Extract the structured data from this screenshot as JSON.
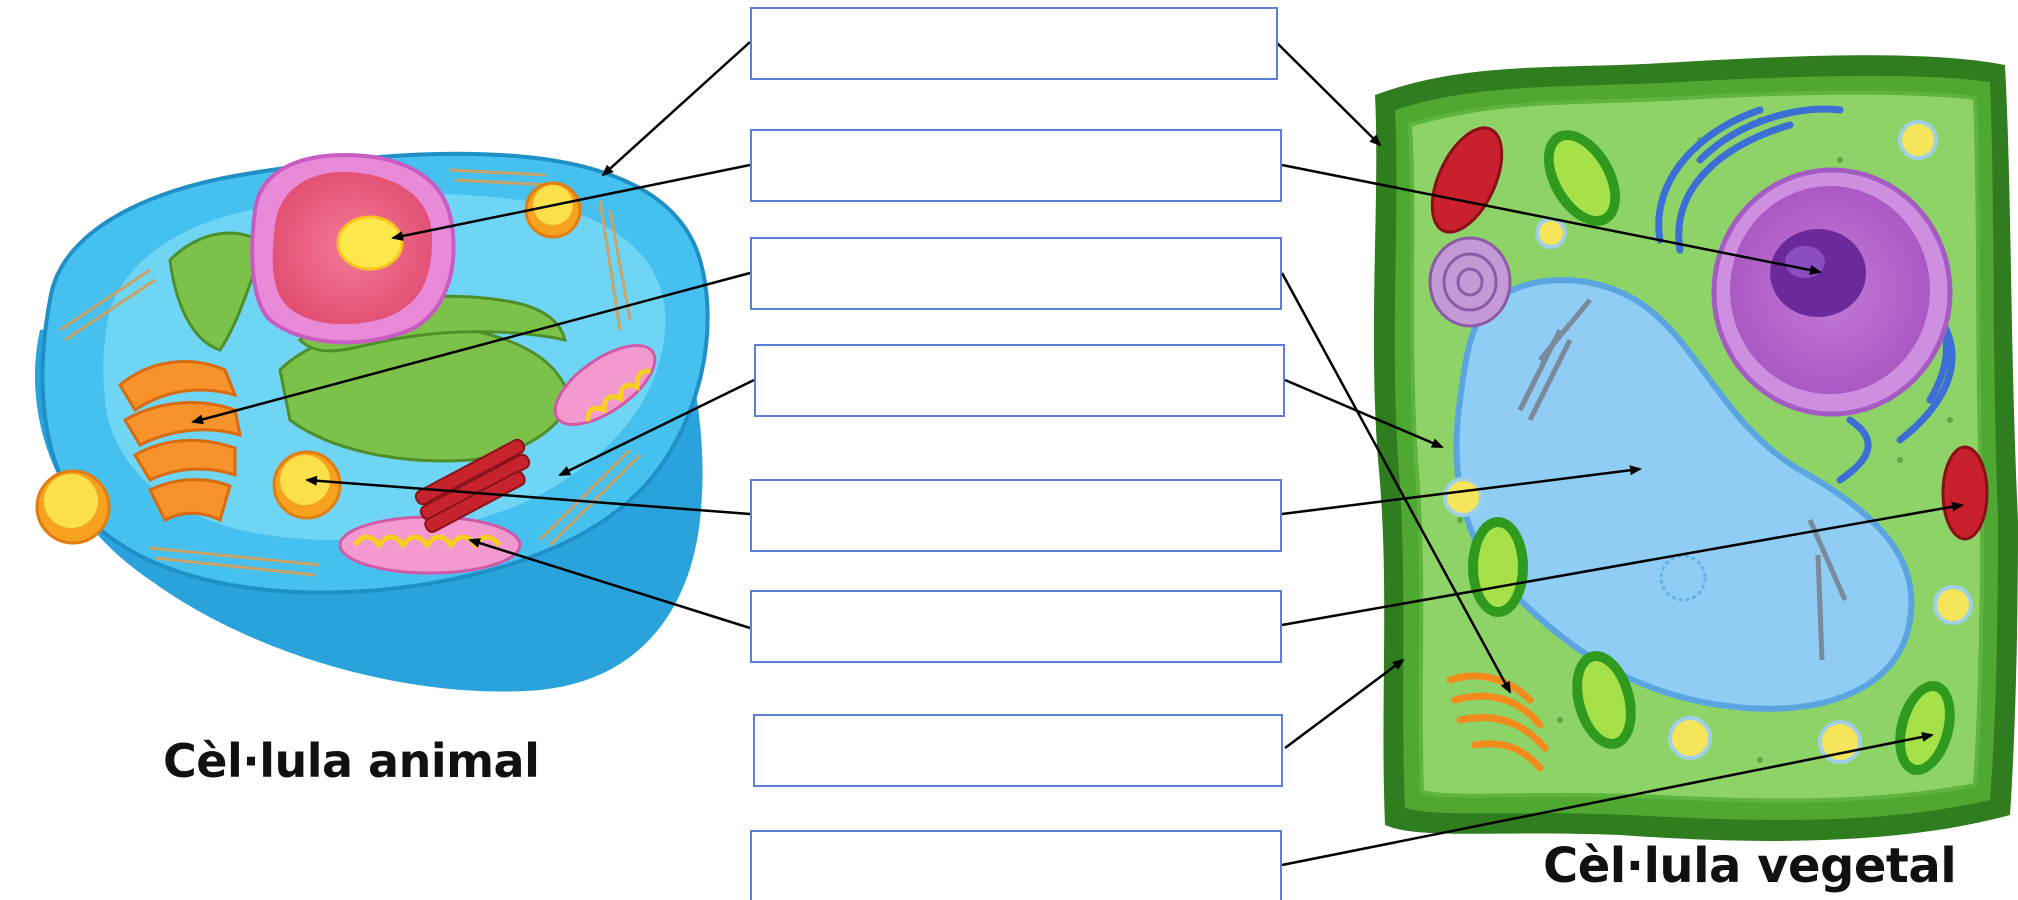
{
  "captions": {
    "animal": "Cèl·lula animal",
    "plant": "Cèl·lula vegetal"
  },
  "label_boxes": [
    {
      "id": 1,
      "value": ""
    },
    {
      "id": 2,
      "value": ""
    },
    {
      "id": 3,
      "value": ""
    },
    {
      "id": 4,
      "value": ""
    },
    {
      "id": 5,
      "value": ""
    },
    {
      "id": 6,
      "value": ""
    },
    {
      "id": 7,
      "value": ""
    },
    {
      "id": 8,
      "value": ""
    }
  ],
  "colors": {
    "box_border": "#5b7fd4",
    "arrow": "#000000",
    "animal_cytoplasm": "#3fb7e8",
    "plant_wall": "#2f7d1e",
    "plant_cytoplasm": "#8fd16a",
    "vacuole": "#8fcdf5"
  }
}
